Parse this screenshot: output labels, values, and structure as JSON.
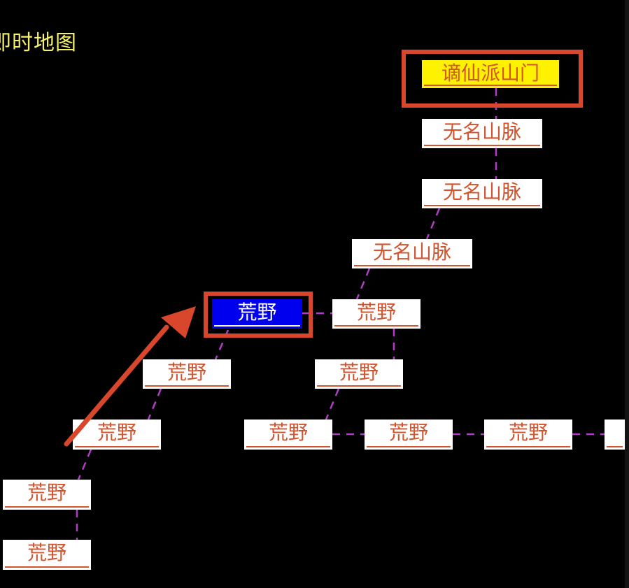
{
  "map": {
    "title": "即时地图",
    "nodes": {
      "sect_gate": "谪仙派山门",
      "mountain_1": "无名山脉",
      "mountain_2": "无名山脉",
      "mountain_3": "无名山脉",
      "wild_current": "荒野",
      "wild_right_upper": "荒野",
      "wild_right_mid": "荒野",
      "wild_left_1": "荒野",
      "wild_left_2": "荒野",
      "wild_left_3": "荒野",
      "wild_left_4": "荒野",
      "wild_row_1": "荒野",
      "wild_row_2": "荒野",
      "wild_row_3": "荒野",
      "wild_row_4": ""
    },
    "colors": {
      "connector": "#b23cc8",
      "annotation": "#d8472b",
      "current_node": "#0000ee",
      "target_node": "#fff200",
      "node_text": "#d2552f"
    }
  }
}
